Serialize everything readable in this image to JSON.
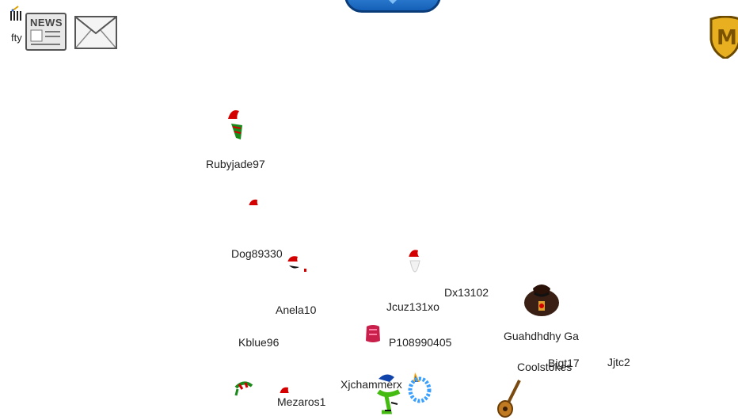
{
  "hud": {
    "player_label": "fty",
    "news_label": "NEWS",
    "mail_icon": "envelope-icon",
    "moderator_badge": "M"
  },
  "players": [
    {
      "name": "Rubyjade97",
      "item": "santa-hat-scarf"
    },
    {
      "name": "Dog89330",
      "item": "santa-hat"
    },
    {
      "name": "Anela10",
      "item": "santa-hat"
    },
    {
      "name": "Jcuz131xo",
      "item": "santa-hat-beard"
    },
    {
      "name": "Dx13102",
      "item": ""
    },
    {
      "name": "Guahdhdhy Ga",
      "item": "penguin-leather-jacket"
    },
    {
      "name": "Kblue96",
      "item": ""
    },
    {
      "name": "P108990405",
      "item": "pink-jacket"
    },
    {
      "name": "Coolstokes",
      "item": ""
    },
    {
      "name": "Bigt17",
      "item": ""
    },
    {
      "name": "Jjtc2",
      "item": ""
    },
    {
      "name": "Xjchammerx",
      "item": "blue-cap-green-scarf"
    },
    {
      "name": "Mezaros1",
      "item": "santa-hat"
    }
  ],
  "colors": {
    "santa_red": "#d40000",
    "scarf_green": "#1a8a1a",
    "tab_blue": "#2677cf",
    "shield_gold": "#e8b020"
  }
}
